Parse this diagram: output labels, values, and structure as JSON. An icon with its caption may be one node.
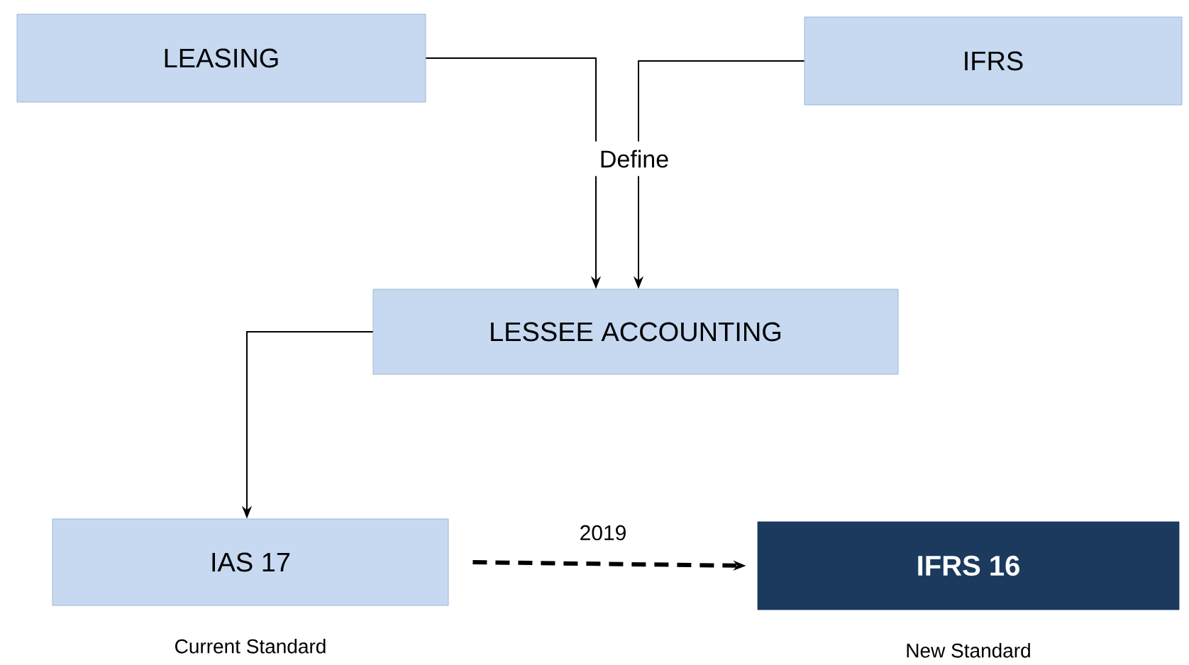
{
  "diagram": {
    "nodes": [
      {
        "text": [
          "LEASING"
        ]
      },
      {
        "text": [
          "IFRS"
        ]
      },
      {
        "text": [
          "Define"
        ]
      },
      {
        "text": [
          "LESSEE ACCOUNTING"
        ]
      },
      {
        "text": [
          "IAS 17"
        ],
        "beside": [
          "Current Standard"
        ]
      },
      {
        "text": [
          "IFRS 16"
        ],
        "beside": [
          "New Standard"
        ]
      }
    ],
    "edges": [
      {
        "from": 0,
        "to": 2,
        "arrow": "none"
      },
      {
        "from": 1,
        "to": 2,
        "arrow": "none"
      },
      {
        "from": 2,
        "to": 3,
        "arrow": "to"
      },
      {
        "from": 2,
        "to": 3,
        "arrow": "to"
      },
      {
        "from": 3,
        "to": 4,
        "arrow": "to"
      },
      {
        "from": 4,
        "to": 5,
        "arrow": "to",
        "label": "2019",
        "style": "dashed"
      }
    ]
  }
}
